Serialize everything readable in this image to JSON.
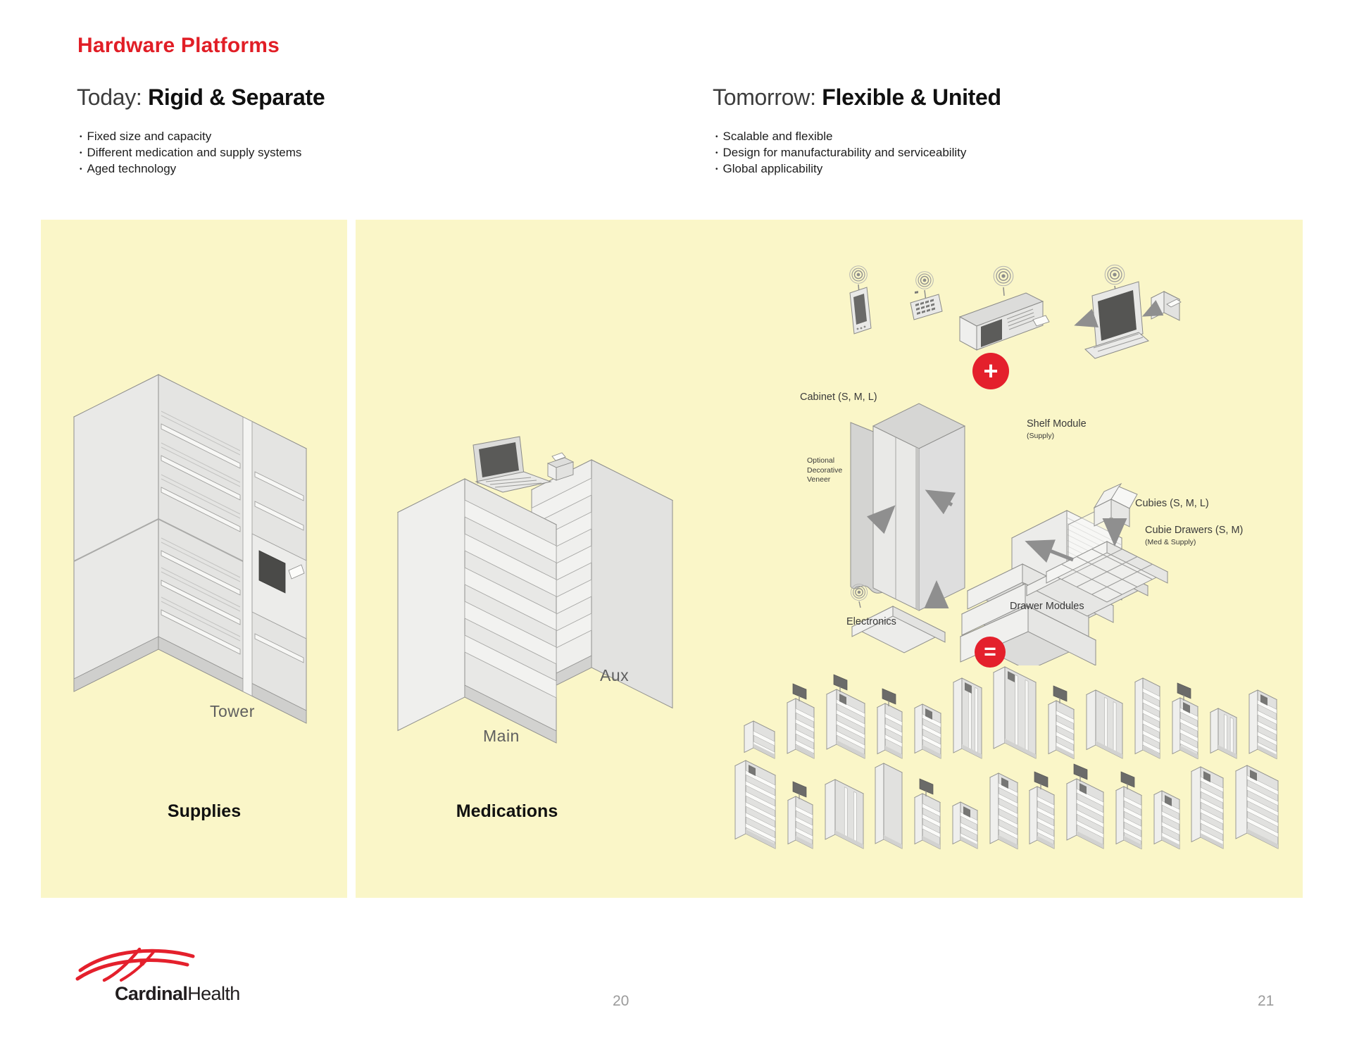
{
  "page": {
    "title": "Hardware Platforms",
    "page_number_left": "20",
    "page_number_right": "21"
  },
  "today": {
    "prefix": "Today: ",
    "heading": "Rigid & Separate",
    "bullets": [
      "Fixed size and capacity",
      "Different medication and supply systems",
      "Aged technology"
    ]
  },
  "tomorrow": {
    "prefix": "Tomorrow: ",
    "heading": "Flexible & United",
    "bullets": [
      "Scalable and flexible",
      "Design for manufacturability and serviceability",
      "Global applicability"
    ]
  },
  "supplies_panel": {
    "tower_label": "Tower",
    "caption": "Supplies"
  },
  "medications_panel": {
    "main_label": "Main",
    "aux_label": "Aux",
    "caption": "Medications"
  },
  "diagram": {
    "plus_symbol": "+",
    "equals_symbol": "=",
    "labels": {
      "cabinet": "Cabinet (S, M, L)",
      "veneer": "Optional Decorative Veneer",
      "shelf_module": "Shelf Module",
      "shelf_module_sub": "(Supply)",
      "cubies": "Cubies (S, M, L)",
      "cubie_drawers": "Cubie Drawers (S, M)",
      "cubie_drawers_sub": "(Med & Supply)",
      "drawer_modules": "Drawer Modules",
      "electronics": "Electronics"
    }
  },
  "footer": {
    "logo_bold": "Cardinal",
    "logo_regular": "Health"
  },
  "colors": {
    "accent_red": "#E4202C",
    "title_red": "#E11E26",
    "panel_yellow": "#FAF6C8",
    "cabinet_gray": "#E8E8E6",
    "label_gray": "#5F5F5F"
  },
  "icons": [
    "wifi-icon",
    "handheld-device-icon",
    "keypad-device-icon",
    "terminal-device-icon",
    "workstation-icon",
    "plus-icon",
    "equals-icon",
    "cardinal-logo-icon",
    "mini-cabinet-icon"
  ],
  "illustrations": {
    "cabinet_rows": {
      "row1": [
        {
          "h": 38,
          "w": 30,
          "d": 13,
          "s": "h"
        },
        {
          "h": 72,
          "w": 26,
          "d": 12,
          "m": 1,
          "s": "h"
        },
        {
          "h": 78,
          "w": 40,
          "d": 14,
          "m": 1,
          "s": "h",
          "o": 1
        },
        {
          "h": 66,
          "w": 24,
          "d": 11,
          "m": 1,
          "s": "h"
        },
        {
          "h": 64,
          "w": 26,
          "d": 11,
          "s": "h",
          "o": 1
        },
        {
          "h": 100,
          "w": 28,
          "d": 12,
          "s": "v",
          "o": 1
        },
        {
          "h": 108,
          "w": 44,
          "d": 16,
          "s": "v",
          "o": 1
        },
        {
          "h": 70,
          "w": 25,
          "d": 11,
          "m": 1,
          "s": "h"
        },
        {
          "h": 78,
          "w": 38,
          "d": 13,
          "s": "v"
        },
        {
          "h": 102,
          "w": 24,
          "d": 11,
          "s": "h"
        },
        {
          "h": 74,
          "w": 25,
          "d": 11,
          "m": 1,
          "s": "h",
          "o": 1
        },
        {
          "h": 58,
          "w": 26,
          "d": 11,
          "s": "v"
        },
        {
          "h": 84,
          "w": 27,
          "d": 12,
          "s": "h",
          "o": 1
        }
      ],
      "row2": [
        {
          "h": 104,
          "w": 42,
          "d": 15,
          "s": "h",
          "o": 1
        },
        {
          "h": 62,
          "w": 24,
          "d": 11,
          "m": 1,
          "s": "h"
        },
        {
          "h": 78,
          "w": 40,
          "d": 14,
          "s": "v"
        },
        {
          "h": 108,
          "w": 26,
          "d": 12,
          "s": "n"
        },
        {
          "h": 66,
          "w": 25,
          "d": 11,
          "m": 1,
          "s": "h"
        },
        {
          "h": 54,
          "w": 24,
          "d": 11,
          "s": "h",
          "o": 1
        },
        {
          "h": 94,
          "w": 27,
          "d": 12,
          "s": "h",
          "o": 1
        },
        {
          "h": 76,
          "w": 24,
          "d": 11,
          "m": 1,
          "s": "h"
        },
        {
          "h": 80,
          "w": 38,
          "d": 14,
          "m": 1,
          "s": "h",
          "o": 1
        },
        {
          "h": 76,
          "w": 25,
          "d": 11,
          "m": 1,
          "s": "h"
        },
        {
          "h": 70,
          "w": 25,
          "d": 11,
          "s": "h",
          "o": 1
        },
        {
          "h": 100,
          "w": 32,
          "d": 13,
          "s": "h",
          "o": 1
        },
        {
          "h": 96,
          "w": 44,
          "d": 16,
          "s": "h",
          "o": 1
        }
      ]
    }
  }
}
